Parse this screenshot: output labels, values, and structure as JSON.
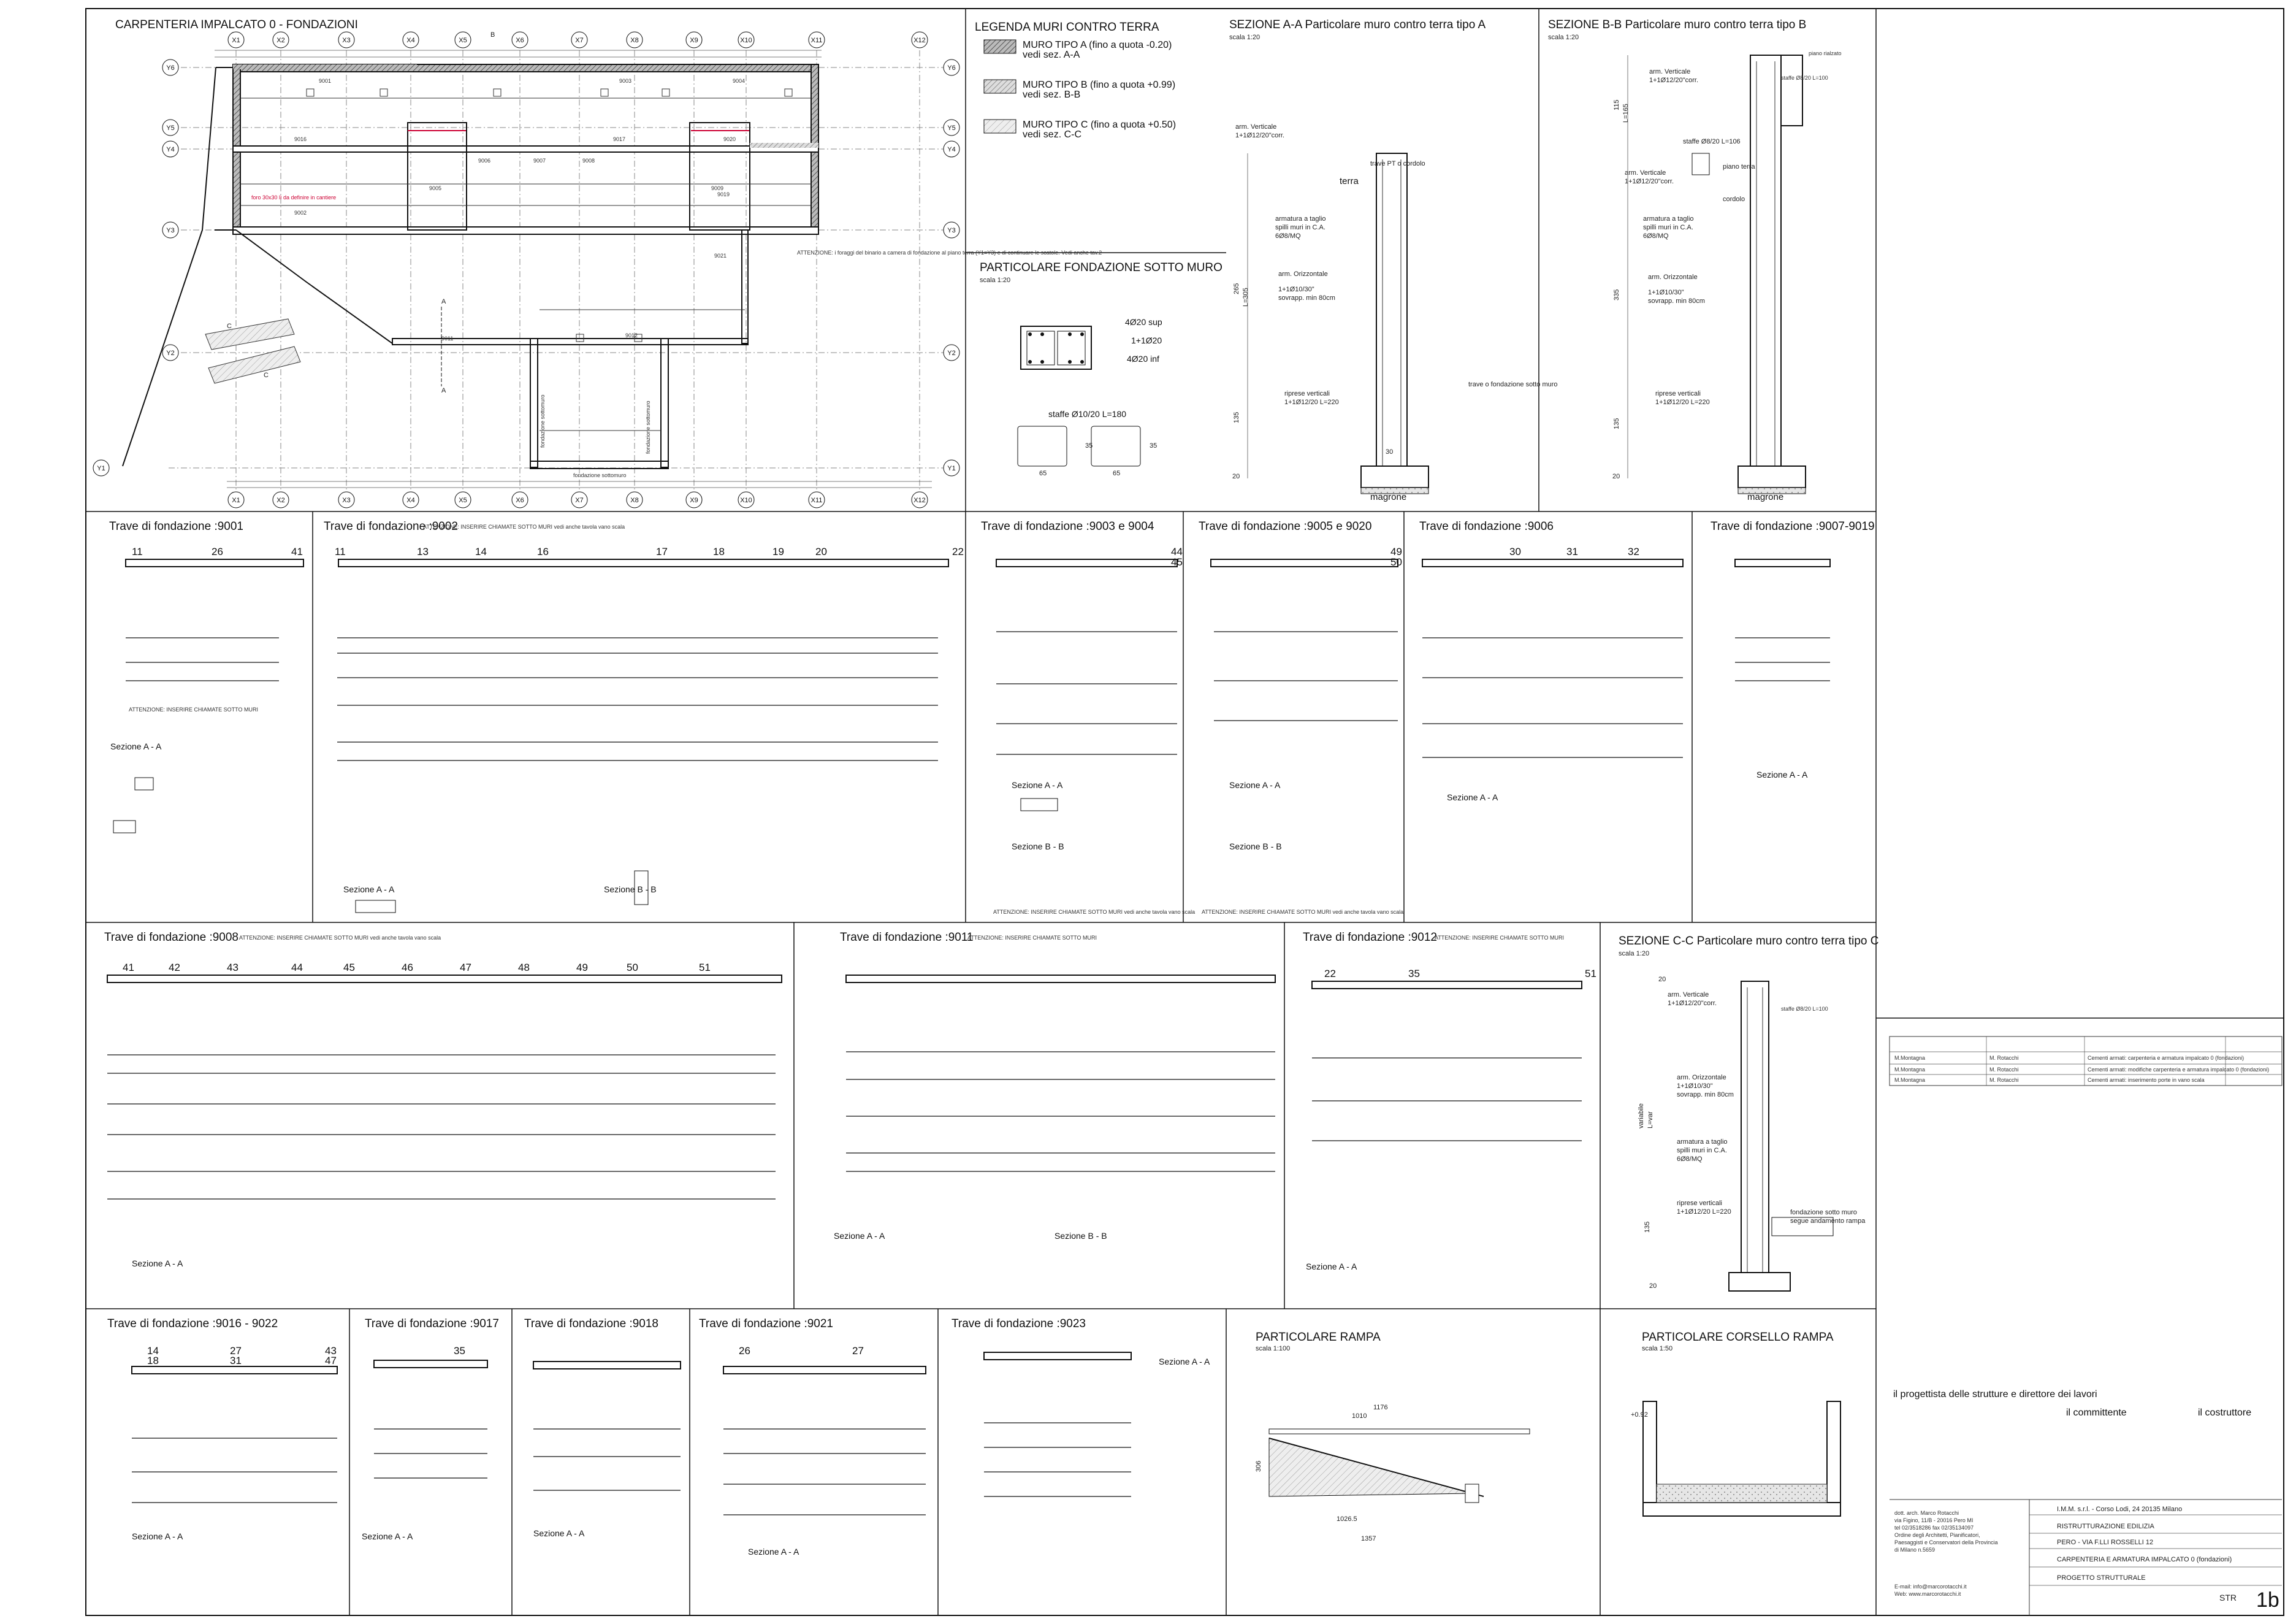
{
  "header": {
    "plan_title": "CARPENTERIA IMPALCATO 0 - FONDAZIONI"
  },
  "plan": {
    "axes_x": [
      "X1",
      "X2",
      "X3",
      "X4",
      "X5",
      "X6",
      "X7",
      "X8",
      "X9",
      "X10",
      "X11",
      "X12"
    ],
    "axes_y_left": [
      "Y6",
      "Y5",
      "Y4",
      "Y3",
      "Y2",
      "Y1"
    ],
    "axes_y_right": [
      "Y6",
      "Y5",
      "Y4",
      "Y3",
      "Y2",
      "Y1"
    ],
    "section_marks": [
      "B",
      "A",
      "A",
      "C",
      "C"
    ],
    "beams": [
      "9001",
      "9002",
      "9003",
      "9004",
      "9005",
      "9006",
      "9007",
      "9008",
      "9009",
      "9011",
      "9012",
      "9016",
      "9017",
      "9019",
      "9020",
      "9021"
    ],
    "label_fondazione": "fondazione sottomuro",
    "note_red": "foro 30x30 lì da definire in cantiere",
    "note_right": "ATTENZIONE: i foraggi del binario a camera di fondazione al piano terra (Y1=Y3) e di continuare le scatole. Vedi anche tav.2"
  },
  "legend": {
    "title": "LEGENDA MURI CONTRO TERRA",
    "items": [
      {
        "line1": "MURO TIPO A (fino a quota -0.20)",
        "line2": "vedi sez. A-A"
      },
      {
        "line1": "MURO TIPO B (fino a quota +0.99)",
        "line2": "vedi sez. B-B"
      },
      {
        "line1": "MURO TIPO C (fino a quota +0.50)",
        "line2": "vedi sez. C-C"
      }
    ]
  },
  "particolare_fondazione": {
    "title": "PARTICOLARE FONDAZIONE SOTTO MURO",
    "scale": "scala 1:20",
    "labels": [
      "4Ø20 sup",
      "1+1Ø20",
      "4Ø20 inf",
      "staffe Ø10/20 L=180"
    ],
    "dims": [
      "65",
      "35",
      "65",
      "35"
    ]
  },
  "sezione_aa": {
    "title": "SEZIONE A-A Particolare muro contro terra tipo A",
    "scale": "scala 1:20",
    "labels": [
      "arm. Verticale",
      "1+1Ø12/20\"corr.",
      "terra",
      "trave PT o cordolo",
      "armatura a taglio",
      "spilli muri in C.A.",
      "6Ø8/MQ",
      "arm. Orizzontale",
      "1+1Ø10/30\"",
      "sovrapp. min 80cm",
      "riprese verticali",
      "1+1Ø12/20 L=220",
      "magrone",
      "trave o fondazione sotto muro"
    ],
    "dims": [
      "265",
      "L=305",
      "135",
      "20",
      "30"
    ]
  },
  "sezione_bb": {
    "title": "SEZIONE B-B Particolare muro contro terra tipo B",
    "scale": "scala 1:20",
    "labels": [
      "arm. Verticale",
      "1+1Ø12/20\"corr.",
      "arm. Verticale",
      "1+1Ø12/20\"corr.",
      "staffe Ø8/20 L=106",
      "piano terra",
      "cordolo",
      "armatura a taglio",
      "spilli muri in C.A.",
      "6Ø8/MQ",
      "arm. Orizzontale",
      "1+1Ø10/30\"",
      "sovrapp. min 80cm",
      "riprese verticali",
      "1+1Ø12/20 L=220",
      "magrone",
      "staffe Ø8/20 L=100",
      "piano rialzato"
    ],
    "dims": [
      "115",
      "L=165",
      "335",
      "135",
      "20"
    ]
  },
  "sezione_cc": {
    "title": "SEZIONE C-C Particolare muro contro terra tipo C",
    "scale": "scala 1:20",
    "labels": [
      "arm. Verticale",
      "1+1Ø12/20\"corr.",
      "staffe Ø8/20 L=100",
      "arm. Orizzontale",
      "1+1Ø10/30\"",
      "sovrapp. min 80cm",
      "armatura a taglio",
      "spilli muri in C.A.",
      "6Ø8/MQ",
      "riprese verticali",
      "1+1Ø12/20 L=220",
      "fondazione sotto muro",
      "segue andamento rampa"
    ],
    "dims": [
      "20",
      "variabile",
      "L=var",
      "135",
      "20"
    ]
  },
  "beams": [
    {
      "title": "Trave di fondazione :9001",
      "bubbles": [
        "11",
        "26",
        "41"
      ],
      "note": "ATTENZIONE: INSERIRE CHIAMATE SOTTO MURI",
      "section": "Sezione A - A"
    },
    {
      "title": "Trave di fondazione :9002",
      "note": "ATTENZIONE: INSERIRE CHIAMATE SOTTO MURI vedi anche tavola vano scala",
      "bubbles": [
        "11",
        "13",
        "14",
        "16",
        "17",
        "18",
        "19",
        "20",
        "22"
      ],
      "sections": [
        "Sezione A - A",
        "Sezione B - B"
      ]
    },
    {
      "title": "Trave di fondazione :9003 e 9004",
      "bubbles": [
        "44",
        "45"
      ],
      "sections": [
        "Sezione A - A",
        "Sezione B - B"
      ],
      "note": "ATTENZIONE: INSERIRE CHIAMATE SOTTO MURI vedi anche tavola vano scala"
    },
    {
      "title": "Trave di fondazione :9005 e 9020",
      "bubbles": [
        "49",
        "50"
      ],
      "sections": [
        "Sezione A - A",
        "Sezione B - B"
      ],
      "note": "ATTENZIONE: INSERIRE CHIAMATE SOTTO MURI vedi anche tavola vano scala"
    },
    {
      "title": "Trave di fondazione :9006",
      "bubbles": [
        "30",
        "31",
        "32"
      ],
      "section": "Sezione A - A"
    },
    {
      "title": "Trave di fondazione :9007-9019",
      "section": "Sezione A - A"
    },
    {
      "title": "Trave di fondazione :9008",
      "note": "ATTENZIONE: INSERIRE CHIAMATE SOTTO MURI vedi anche tavola vano scala",
      "bubbles": [
        "41",
        "42",
        "43",
        "44",
        "45",
        "46",
        "47",
        "48",
        "49",
        "50",
        "51"
      ],
      "section": "Sezione A - A"
    },
    {
      "title": "Trave di fondazione :9011",
      "note": "ATTENZIONE: INSERIRE CHIAMATE SOTTO MURI",
      "sections": [
        "Sezione A - A",
        "Sezione B - B"
      ]
    },
    {
      "title": "Trave di fondazione :9012",
      "note": "ATTENZIONE: INSERIRE CHIAMATE SOTTO MURI",
      "bubbles": [
        "22",
        "35",
        "51"
      ],
      "section": "Sezione A - A"
    },
    {
      "title": "Trave di fondazione :9016 - 9022",
      "bubbles": [
        "14",
        "18",
        "27",
        "31",
        "43",
        "47"
      ],
      "section": "Sezione A - A"
    },
    {
      "title": "Trave di fondazione :9017",
      "bubbles": [
        "35"
      ],
      "section": "Sezione A - A"
    },
    {
      "title": "Trave di fondazione :9018",
      "section": "Sezione A - A"
    },
    {
      "title": "Trave di fondazione :9021",
      "bubbles": [
        "26",
        "27"
      ],
      "section": "Sezione A - A"
    },
    {
      "title": "Trave di fondazione :9023",
      "section": "Sezione A - A"
    }
  ],
  "rampa": {
    "title": "PARTICOLARE RAMPA",
    "scale": "scala 1:100",
    "dims": [
      "1010",
      "1176",
      "1026.5",
      "1357",
      "306"
    ]
  },
  "corsello": {
    "title": "PARTICOLARE CORSELLO RAMPA",
    "scale": "scala 1:50",
    "labels": [
      "+0.92"
    ]
  },
  "title_block": {
    "signatures": [
      "il progettista delle strutture e direttore dei lavori",
      "il committente",
      "il costruttore"
    ],
    "firm_lines": [
      "dott. arch. Marco Rotacchi",
      "via Figino, 11/B - 20016 Pero MI",
      "tel 02/3518286  fax 02/35134097",
      "Ordine degli Architetti, Pianificatori,",
      "Paesaggisti e Conservatori della Provincia",
      "di Milano n.5659"
    ],
    "email": "E-mail: info@marcorotacchi.it",
    "web": "Web: www.marcorotacchi.it",
    "project_lines": [
      "I.M.M. s.r.l. - Corso Lodi, 24 20135 Milano",
      "RISTRUTTURAZIONE EDILIZIA",
      "PERO - VIA F.LLI ROSSELLI 12",
      "CARPENTERIA E ARMATURA  IMPALCATO 0 (fondazioni)",
      "PROGETTO STRUTTURALE"
    ],
    "sheet_code": "1b",
    "sheet_tag": "STR",
    "revisions": [
      {
        "who": "M.Montagna",
        "check": "M. Rotacchi",
        "desc": "Cementi armati: carpenteria e armatura impalcato 0 (fondazioni)"
      },
      {
        "who": "M.Montagna",
        "check": "M. Rotacchi",
        "desc": "Cementi armati: modifiche carpenteria e armatura impalcato 0 (fondazioni)"
      },
      {
        "who": "M.Montagna",
        "check": "M. Rotacchi",
        "desc": "Cementi armati: inserimento porte in vano scala"
      }
    ]
  }
}
